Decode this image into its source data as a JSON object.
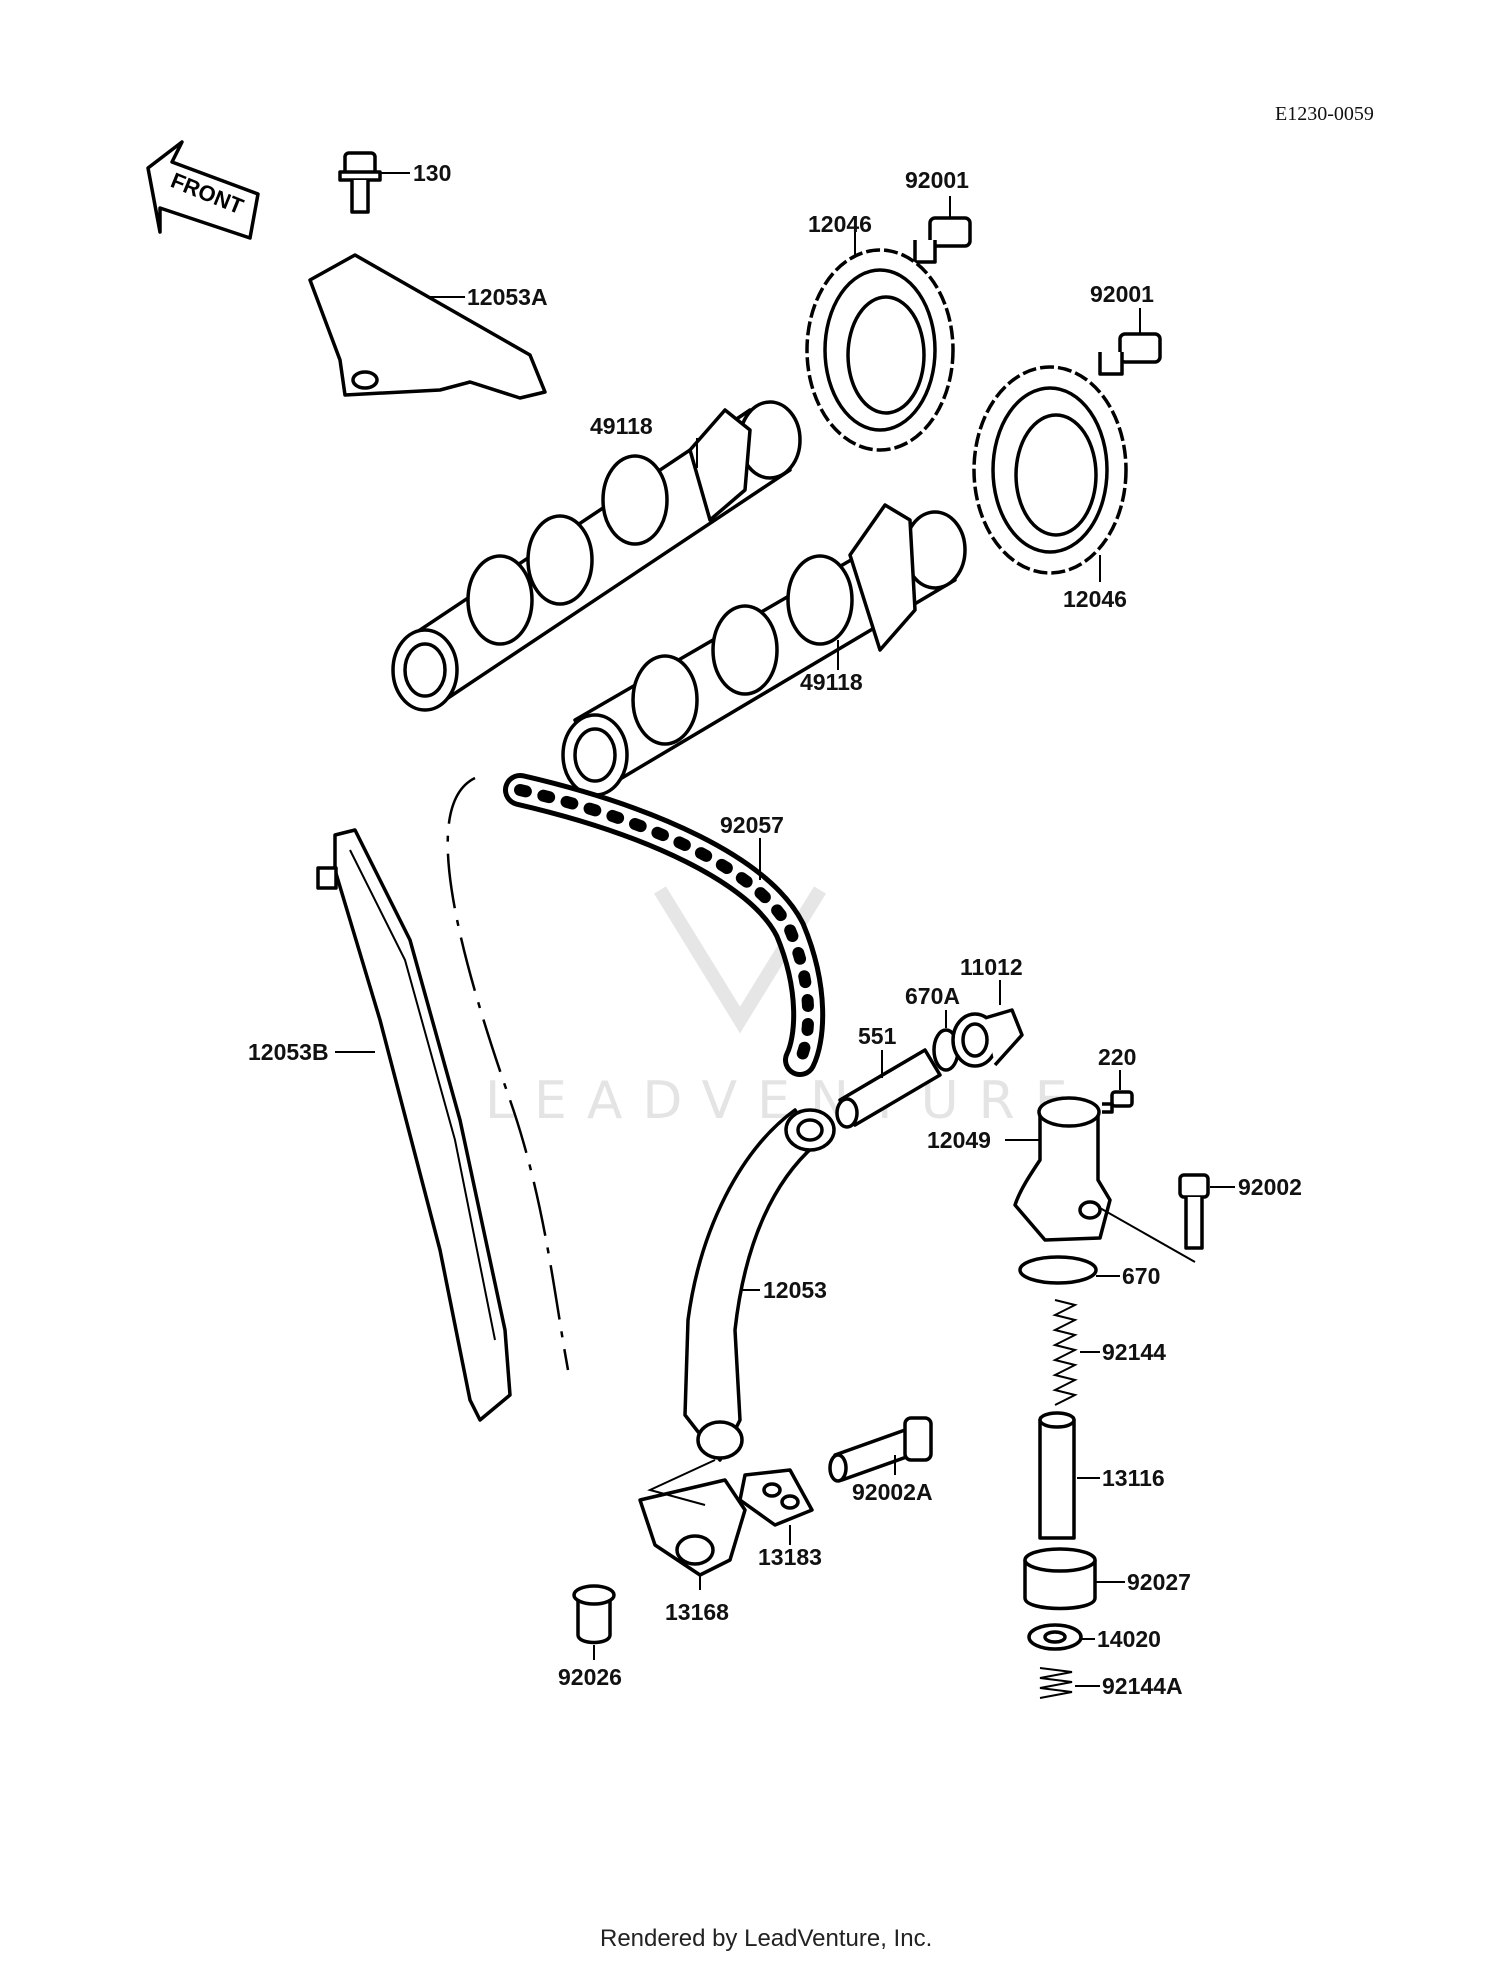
{
  "drawing_code": "E1230-0059",
  "front_arrow_text": "FRONT",
  "watermark": "LEADVENTURE",
  "footer": "Rendered by LeadVenture, Inc.",
  "parts": {
    "p130": "130",
    "p12053A": "12053A",
    "p92001a": "92001",
    "p12046a": "12046",
    "p92001b": "92001",
    "p49118a": "49118",
    "p12046b": "12046",
    "p49118b": "49118",
    "p92057": "92057",
    "p11012": "11012",
    "p670A": "670A",
    "p551": "551",
    "p12053B": "12053B",
    "p220": "220",
    "p12049": "12049",
    "p92002": "92002",
    "p670": "670",
    "p12053": "12053",
    "p92144": "92144",
    "p13116": "13116",
    "p92002A": "92002A",
    "p13183": "13183",
    "p92027": "92027",
    "p13168": "13168",
    "p14020": "14020",
    "p92026": "92026",
    "p92144A": "92144A"
  }
}
